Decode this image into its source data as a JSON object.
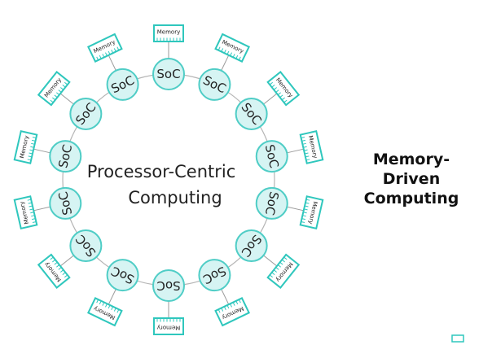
{
  "diagram": {
    "center_title_line1": "Processor-Centric",
    "center_title_line2": "Computing",
    "right_title_line1": "Memory-Driven",
    "right_title_line2": "Computing",
    "soc_label": "SoC",
    "memory_label": "Memory",
    "node_count": 14,
    "colors": {
      "node_fill": "#d6f4f3",
      "node_stroke": "#4fcdc6",
      "ring_stroke": "#b5b5b5",
      "memory_fill": "#ffffff",
      "memory_stroke": "#2fc7bd"
    }
  }
}
